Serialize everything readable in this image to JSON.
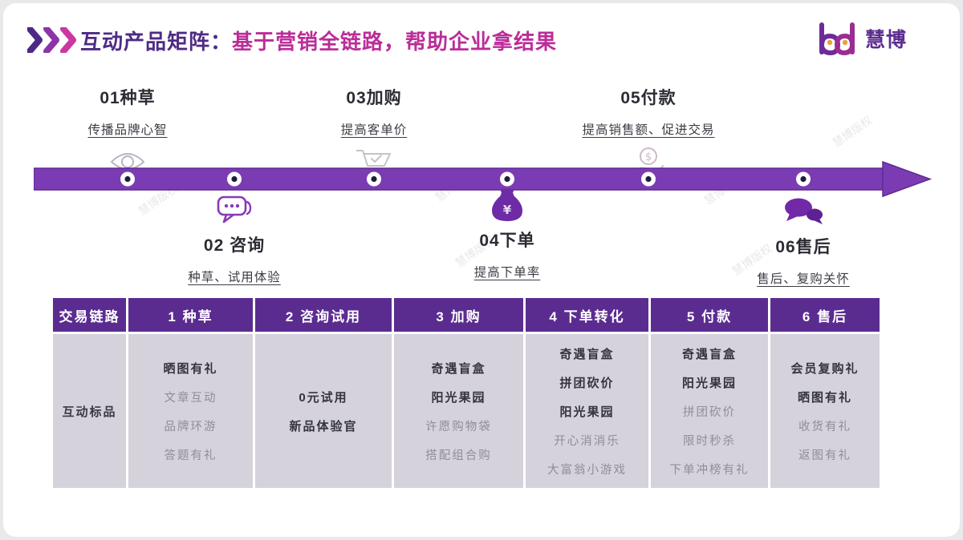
{
  "page": {
    "title_prefix": "互动产品矩阵：",
    "title_highlight": "基于营销全链路，帮助企业拿结果",
    "logo_text": "慧博",
    "watermark": "慧博版权"
  },
  "colors": {
    "title_purple": "#4e2b85",
    "title_magenta": "#bb2d98",
    "arrow_purple": "#7b3cb3",
    "table_header_bg": "#5b2c90",
    "table_cell_bg": "#d5d2dc",
    "text_strong": "#35343c",
    "text_muted": "#8f8d98"
  },
  "timeline": {
    "stages_above": [
      {
        "num_title": "01种草",
        "subtitle": "传播品牌心智",
        "icon": "eye-icon"
      },
      {
        "num_title": "03加购",
        "subtitle": "提高客单价",
        "icon": "cart-icon"
      },
      {
        "num_title": "05付款",
        "subtitle": "提高销售额、促进交易",
        "icon": "hand-coin-icon"
      }
    ],
    "stages_below": [
      {
        "num_title": "02 咨询",
        "subtitle": "种草、试用体验",
        "icon": "chat-dots-icon"
      },
      {
        "num_title": "04下单",
        "subtitle": "提高下单率",
        "icon": "money-bag-icon"
      },
      {
        "num_title": "06售后",
        "subtitle": "售后、复购关怀",
        "icon": "chat-double-icon"
      }
    ]
  },
  "table": {
    "row_label": "互动标品",
    "columns": [
      {
        "header": "交易链路",
        "items": []
      },
      {
        "header": "1 种草",
        "items": [
          {
            "text": "晒图有礼",
            "style": "strong"
          },
          {
            "text": "文章互动",
            "style": "muted"
          },
          {
            "text": "品牌环游",
            "style": "muted"
          },
          {
            "text": "答题有礼",
            "style": "muted"
          }
        ]
      },
      {
        "header": "2 咨询试用",
        "items": [
          {
            "text": "0元试用",
            "style": "strong"
          },
          {
            "text": "新品体验官",
            "style": "strong"
          }
        ]
      },
      {
        "header": "3 加购",
        "items": [
          {
            "text": "奇遇盲盒",
            "style": "strong"
          },
          {
            "text": "阳光果园",
            "style": "strong"
          },
          {
            "text": "许愿购物袋",
            "style": "muted"
          },
          {
            "text": "搭配组合购",
            "style": "muted"
          }
        ]
      },
      {
        "header": "4 下单转化",
        "items": [
          {
            "text": "奇遇盲盒",
            "style": "strong"
          },
          {
            "text": "拼团砍价",
            "style": "strong"
          },
          {
            "text": "阳光果园",
            "style": "strong"
          },
          {
            "text": "开心消消乐",
            "style": "muted"
          },
          {
            "text": "大富翁小游戏",
            "style": "muted"
          }
        ]
      },
      {
        "header": "5 付款",
        "items": [
          {
            "text": "奇遇盲盒",
            "style": "strong"
          },
          {
            "text": "阳光果园",
            "style": "strong"
          },
          {
            "text": "拼团砍价",
            "style": "muted"
          },
          {
            "text": "限时秒杀",
            "style": "muted"
          },
          {
            "text": "下单冲榜有礼",
            "style": "muted"
          }
        ]
      },
      {
        "header": "6 售后",
        "items": [
          {
            "text": "会员复购礼",
            "style": "strong"
          },
          {
            "text": "晒图有礼",
            "style": "strong"
          },
          {
            "text": "收货有礼",
            "style": "muted"
          },
          {
            "text": "返图有礼",
            "style": "muted"
          }
        ]
      }
    ]
  }
}
